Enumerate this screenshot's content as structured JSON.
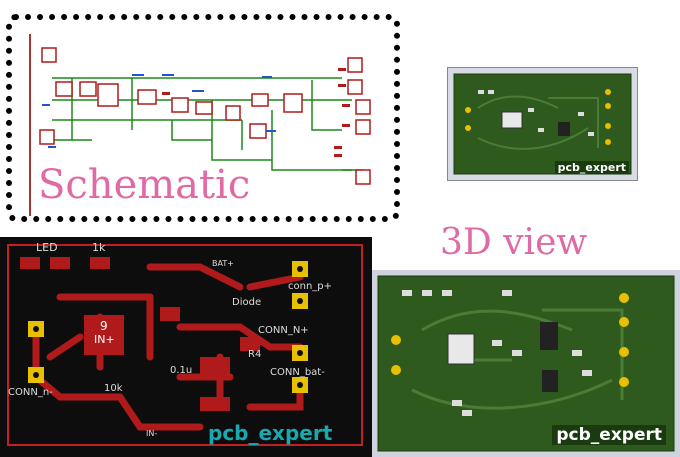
{
  "labels": {
    "schematic": "Schematic",
    "view3d": "3D view"
  },
  "brand": {
    "small": "pcb_expert",
    "layout": "pcb_expert",
    "large": "pcb_expert"
  },
  "layout_texts": {
    "led": "LED",
    "r1k": "1k",
    "ic_num": "9",
    "ic_in": "IN+",
    "bat_plus_top": "BAT+",
    "conn_plus": "conn_p+",
    "conn_n": "CONN_N+",
    "conn_bat": "CONN_bat-",
    "conn_minus": "CONN_n-",
    "r4": "R4",
    "cap": "0.1u",
    "diode": "Diode",
    "r_10k": "10k",
    "in_minus": "IN-"
  },
  "colors": {
    "label_pink": "#e06aa4",
    "board_green": "#2f5a1e",
    "copper_red": "#b01a1a",
    "pad_yellow": "#e8c000",
    "brand_teal": "#18a9b0"
  }
}
